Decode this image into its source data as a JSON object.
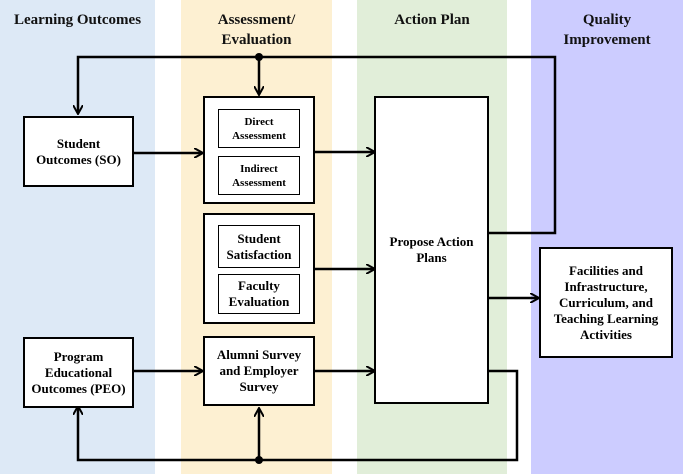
{
  "lanes": {
    "learning": "Learning Outcomes",
    "assessment": "Assessment/ Evaluation",
    "action": "Action Plan",
    "quality": "Quality Improvement"
  },
  "colors": {
    "learning_lane": "#dde9f6",
    "assessment_lane": "#fdf0d2",
    "action_lane": "#e1eed9",
    "quality_lane": "#ccccff",
    "border": "#000000"
  },
  "boxes": {
    "student_outcomes": "Student Outcomes (SO)",
    "program_outcomes": "Program Educational Outcomes (PEO)",
    "direct_assessment": "Direct Assessment",
    "indirect_assessment": "Indirect Assessment",
    "student_satisfaction": "Student Satisfaction",
    "faculty_evaluation": "Faculty Evaluation",
    "alumni_survey": "Alumni Survey and Employer Survey",
    "propose_action": "Propose Action Plans",
    "facilities": "Facilities and Infrastructure, Curriculum, and Teaching Learning Activities"
  }
}
